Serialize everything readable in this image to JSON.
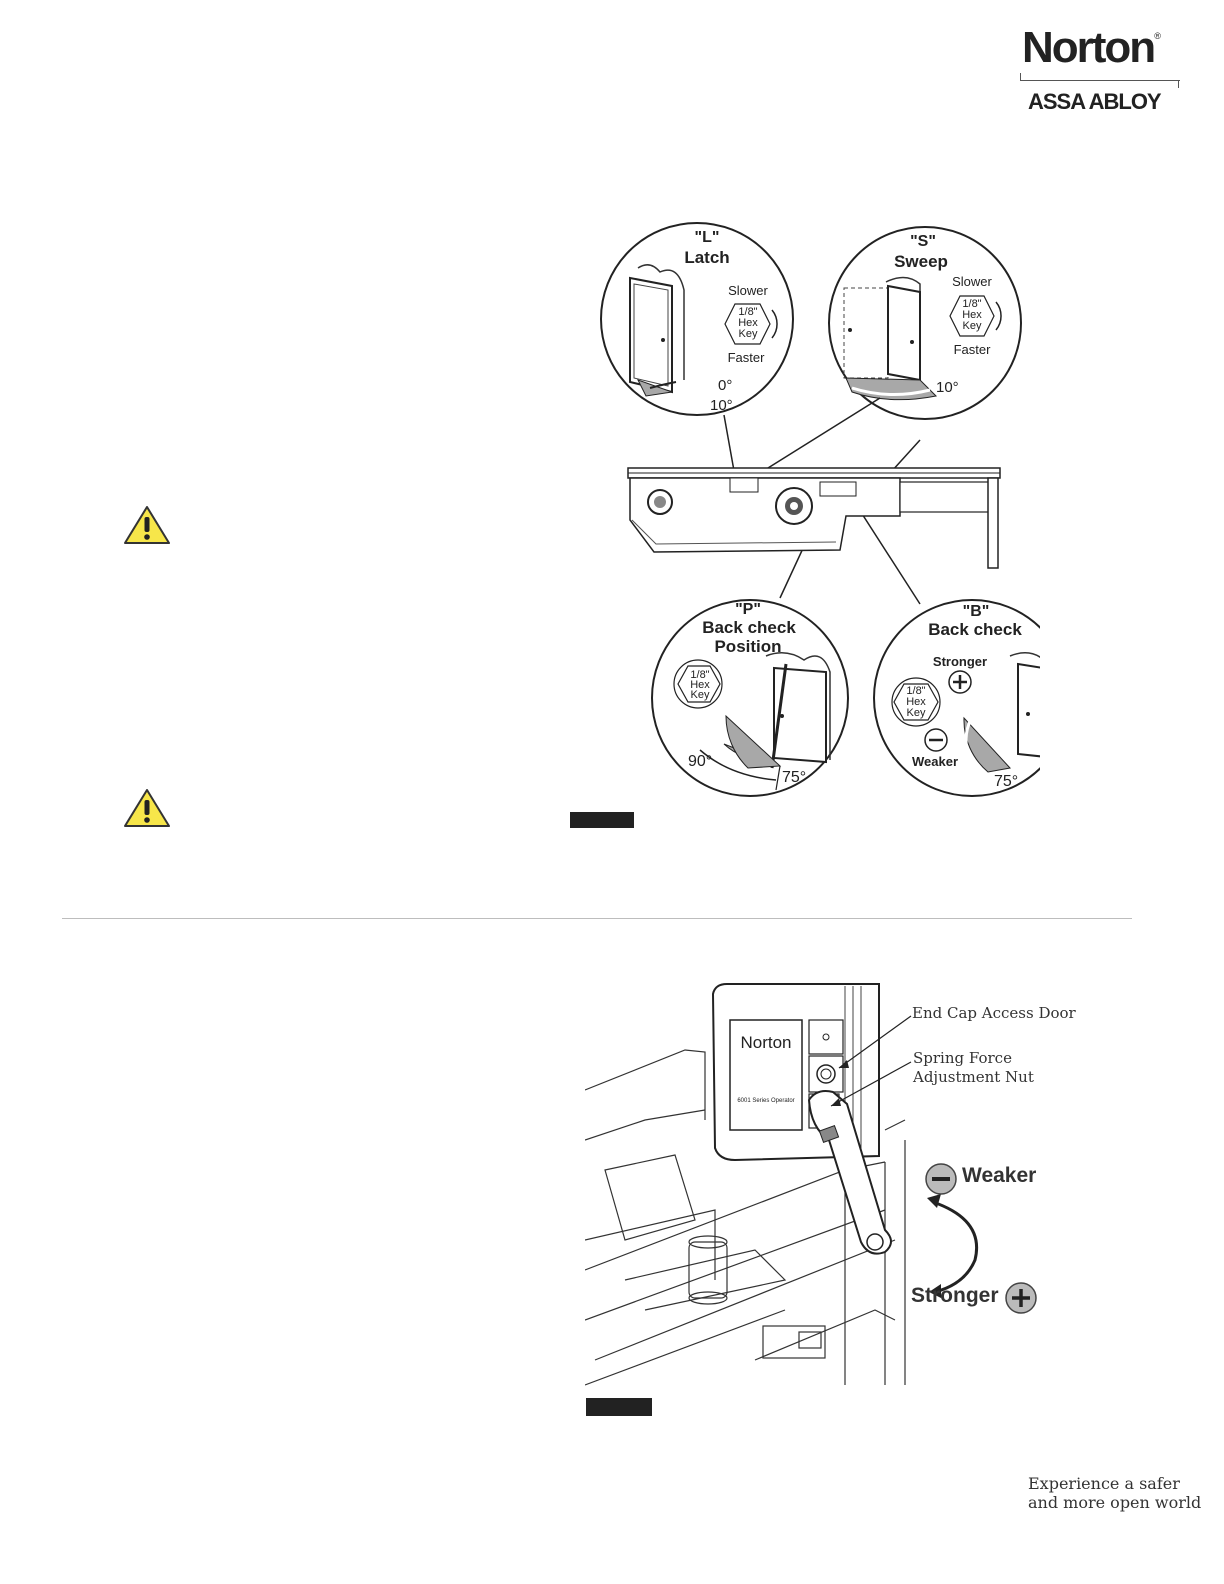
{
  "brand": {
    "name": "Norton",
    "registered": "®",
    "parent": "ASSA ABLOY",
    "tagline_line1": "Experience a safer",
    "tagline_line2": "and more open world"
  },
  "figure1": {
    "latch": {
      "code": "\"L\"",
      "label": "Latch",
      "slower": "Slower",
      "faster": "Faster",
      "angle_a": "0°",
      "angle_b": "10°"
    },
    "sweep": {
      "code": "\"S\"",
      "label": "Sweep",
      "slower": "Slower",
      "faster": "Faster",
      "angle": "10°"
    },
    "backcheck_position": {
      "code": "\"P\"",
      "label_line1": "Back check",
      "label_line2": "Position",
      "angle_a": "90°",
      "angle_b": "75°"
    },
    "backcheck": {
      "code": "\"B\"",
      "label": "Back check",
      "stronger": "Stronger",
      "weaker": "Weaker",
      "angle": "75°"
    },
    "hex_key": {
      "line1": "1/8\"",
      "line2": "Hex",
      "line3": "Key"
    }
  },
  "figure2": {
    "callout_access_door": "End Cap Access Door",
    "callout_spring_line1": "Spring Force",
    "callout_spring_line2": "Adjustment Nut",
    "weaker_label": "Weaker",
    "stronger_label": "Stronger",
    "device_brand": "Norton",
    "device_series": "6001 Series Operator"
  },
  "colors": {
    "warning_yellow": "#f7e64a",
    "shade_gray": "#a8a8a8",
    "fig_tab": "#222222",
    "divider": "#bdbdbd"
  }
}
